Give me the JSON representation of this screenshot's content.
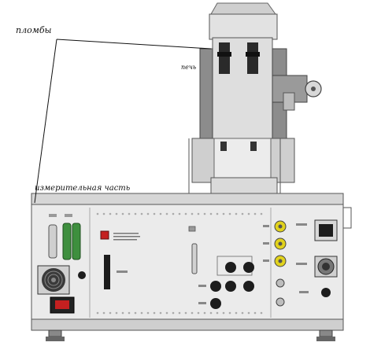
{
  "labels": {
    "seals": "пломбы",
    "oven": "печь",
    "measuring_part": "измерительная часть"
  },
  "colors": {
    "panel": "#e9e9e9",
    "panel_edge": "#8a8a8a",
    "column": "#dcdcdc",
    "column_dark": "#777777",
    "connector_green": "#3e8f3e",
    "connector_yellow": "#e1d21c",
    "led_red": "#c42020",
    "knob_dark": "#1d1d1d"
  }
}
